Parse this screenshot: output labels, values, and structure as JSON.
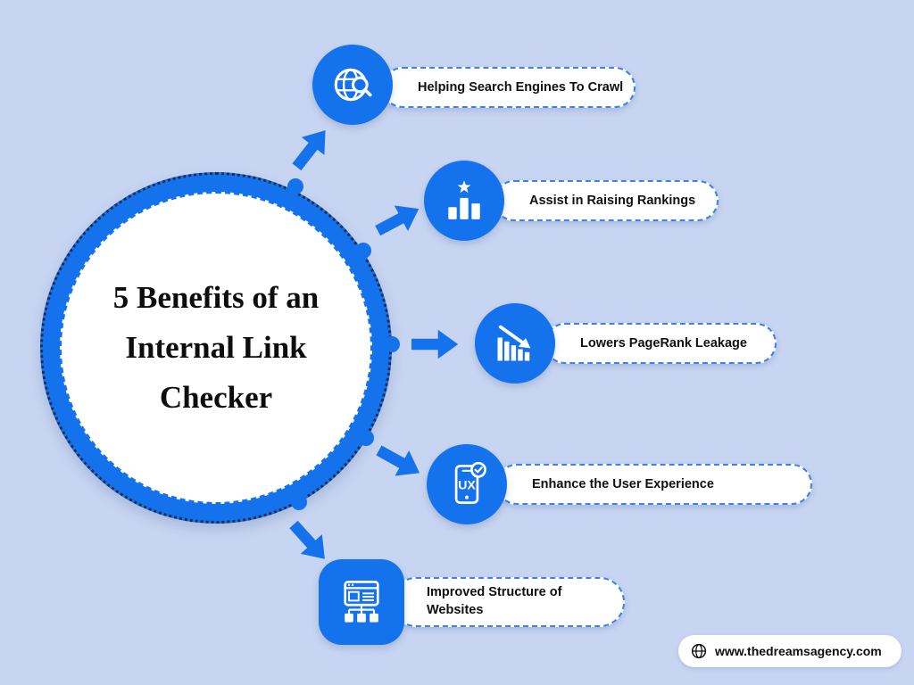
{
  "page": {
    "background_color": "#c7d5f2",
    "accent_color": "#1372ec"
  },
  "center": {
    "line1": "5 Benefits of an",
    "line2": "Internal Link",
    "line3": "Checker"
  },
  "benefits": [
    {
      "label": "Helping Search Engines To Crawl",
      "icon": "globe-search-icon"
    },
    {
      "label": "Assist in Raising Rankings",
      "icon": "ranking-podium-icon"
    },
    {
      "label": "Lowers PageRank Leakage",
      "icon": "declining-chart-icon"
    },
    {
      "label": "Enhance the User Experience",
      "icon": "ux-phone-icon"
    },
    {
      "label": "Improved Structure of Websites",
      "icon": "website-structure-icon"
    }
  ],
  "footer": {
    "website": "www.thedreamsagency.com"
  }
}
